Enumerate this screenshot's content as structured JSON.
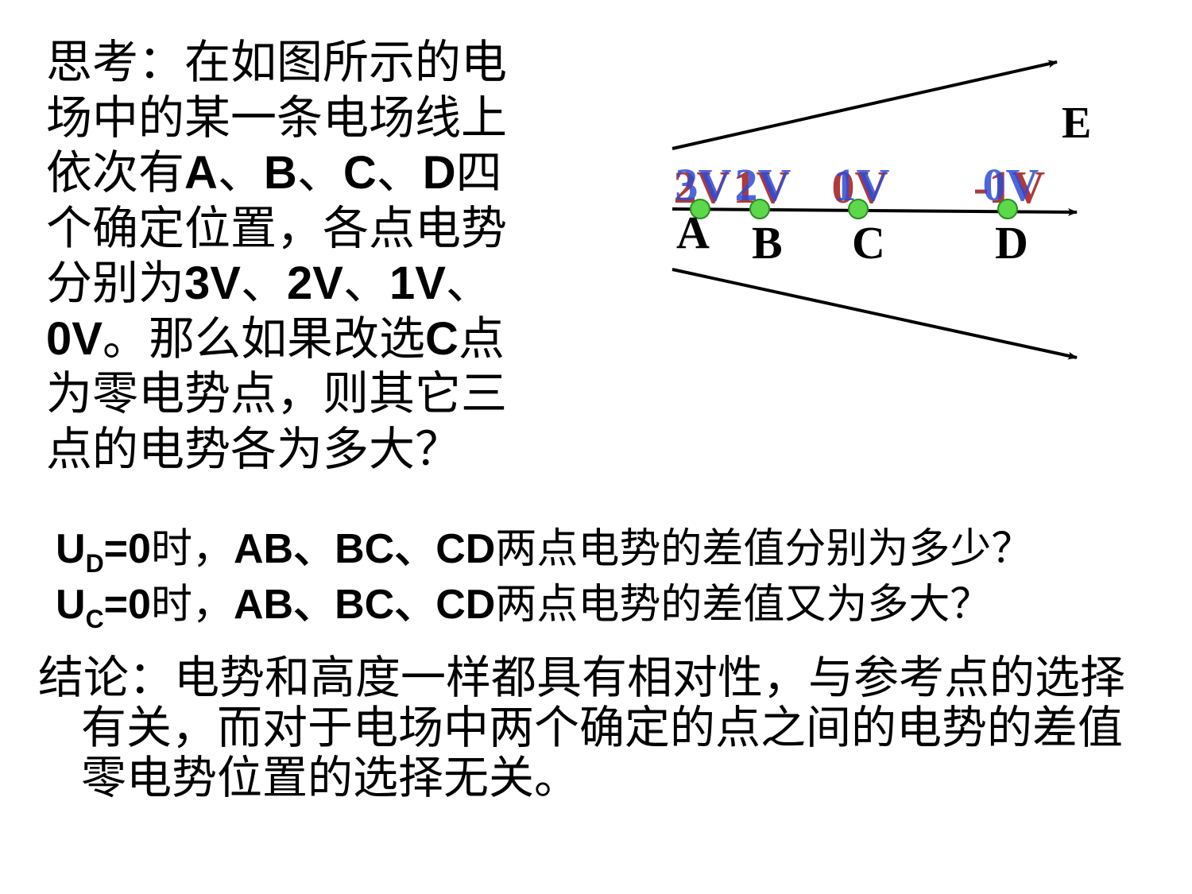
{
  "question": {
    "lines": [
      [
        {
          "t": "思考：在如图所示的电"
        }
      ],
      [
        {
          "t": "场中的某一条电场线上"
        }
      ],
      [
        {
          "t": "依次有"
        },
        {
          "t": "A",
          "b": true
        },
        {
          "t": "、"
        },
        {
          "t": "B",
          "b": true
        },
        {
          "t": "、"
        },
        {
          "t": "C",
          "b": true
        },
        {
          "t": "、"
        },
        {
          "t": "D",
          "b": true
        },
        {
          "t": "四"
        }
      ],
      [
        {
          "t": "个确定位置，各点电势"
        }
      ],
      [
        {
          "t": "分别为"
        },
        {
          "t": "3V",
          "b": true
        },
        {
          "t": "、"
        },
        {
          "t": "2V",
          "b": true
        },
        {
          "t": "、"
        },
        {
          "t": "1V",
          "b": true
        },
        {
          "t": "、"
        }
      ],
      [
        {
          "t": "0V",
          "b": true
        },
        {
          "t": "。那么如果改选"
        },
        {
          "t": "C",
          "b": true
        },
        {
          "t": "点"
        }
      ],
      [
        {
          "t": "为零电势点，则其它三"
        }
      ],
      [
        {
          "t": "点的电势各为多大？"
        }
      ]
    ]
  },
  "diagram": {
    "field_label": "E",
    "points": [
      {
        "name": "A",
        "old": "3V",
        "new": "2V"
      },
      {
        "name": "B",
        "old": "2V",
        "new": "1V"
      },
      {
        "name": "C",
        "old": "1V",
        "new": "0V"
      },
      {
        "name": "D",
        "old": "0V",
        "new": "-1V"
      }
    ],
    "colors": {
      "old": "#2e4bd6",
      "new": "#a01818",
      "dot": "#5cd84a",
      "line": "#000000"
    }
  },
  "questions2": [
    {
      "sym": "U",
      "sub": "D",
      "eq": "=0",
      "rest_pre": "时，",
      "pairs": "AB、BC、CD",
      "tail": "两点电势的差值分别为多少？"
    },
    {
      "sym": "U",
      "sub": "C",
      "eq": "=0",
      "rest_pre": "时，",
      "pairs": "AB、BC、CD",
      "tail": "两点电势的差值又为多大？"
    }
  ],
  "conclusion": {
    "lines": [
      "结论：电势和高度一样都具有相对性，与参考点的选择",
      "有关，而对于电场中两个确定的点之间的电势的差值",
      "零电势位置的选择无关。"
    ]
  }
}
